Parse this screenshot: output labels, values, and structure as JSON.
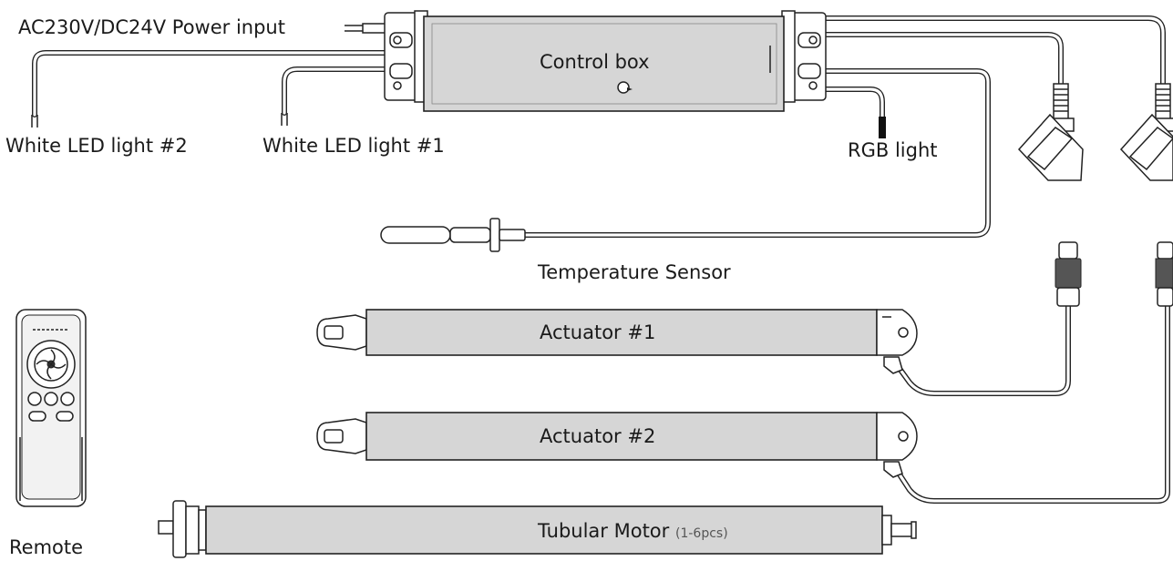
{
  "labels": {
    "power_input": "AC230V/DC24V Power input",
    "control_box": "Control box",
    "white_led_2": "White LED light #2",
    "white_led_1": "White LED light #1",
    "rgb_light": "RGB light",
    "temp_sensor": "Temperature Sensor",
    "actuator_1": "Actuator #1",
    "actuator_2": "Actuator #2",
    "tubular_motor": "Tubular Motor",
    "tubular_motor_qty": "(1-6pcs)",
    "remote": "Remote"
  }
}
